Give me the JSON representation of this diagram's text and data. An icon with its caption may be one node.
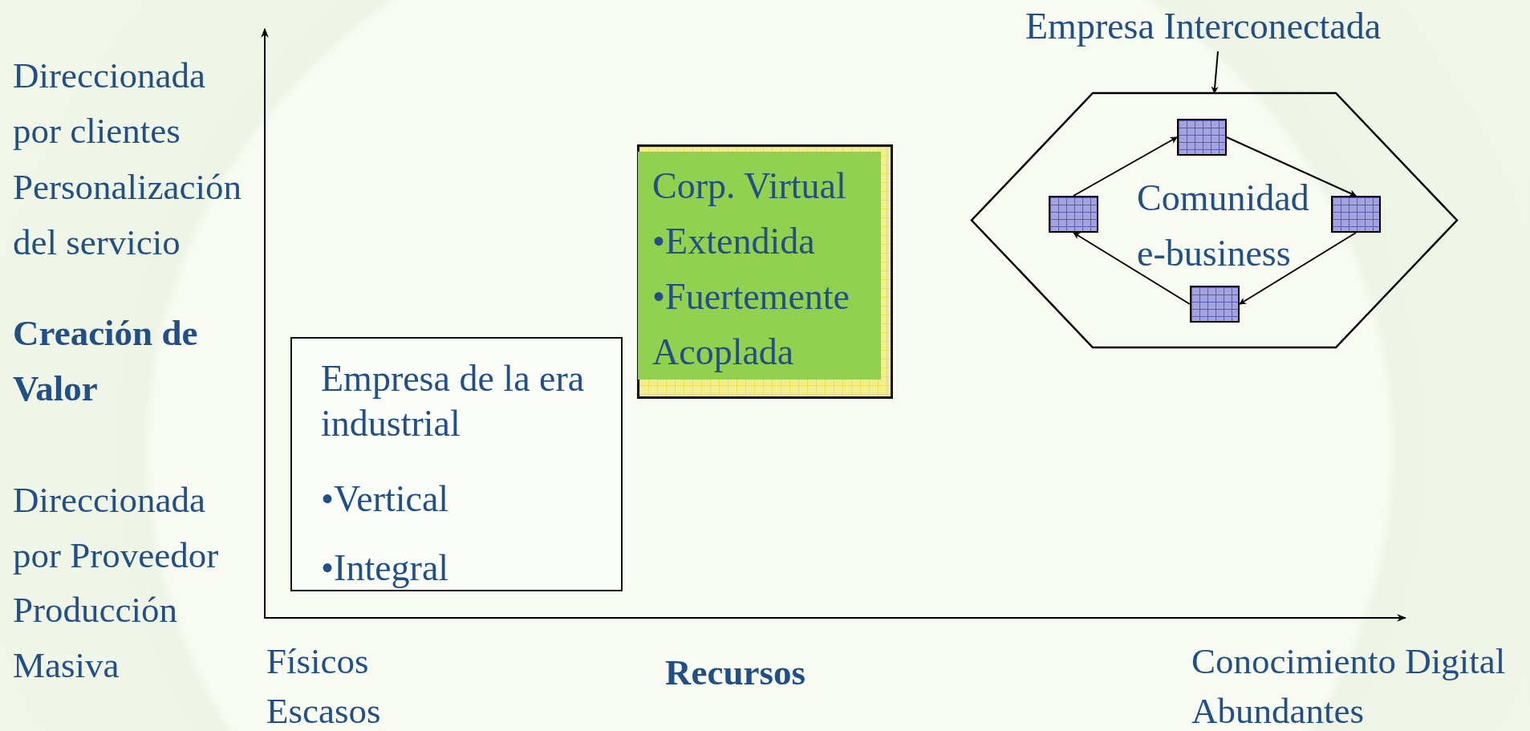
{
  "diagram": {
    "nodes": [
      {
        "text": [
          "Empresa Interconectada"
        ]
      },
      {
        "text": [
          "Comunidad e-business"
        ]
      },
      {
        "text": [],
        "shape": "box",
        "in": 1
      },
      {
        "text": [],
        "shape": "box",
        "in": 1
      },
      {
        "text": [],
        "shape": "box",
        "in": 1
      },
      {
        "text": [],
        "shape": "box",
        "in": 1
      },
      {
        "text": [
          "Corp. Virtual",
          "•Extendida",
          "•Fuertemente Acoplada"
        ]
      },
      {
        "text": [
          "Empresa de la era industrial",
          "•Vertical",
          "•Integral"
        ]
      }
    ],
    "edges": [
      {
        "from": 0,
        "to": 1,
        "arrow": "to"
      },
      {
        "from": 3,
        "to": 2,
        "arrow": "to"
      },
      {
        "from": 2,
        "to": 4,
        "arrow": "to"
      },
      {
        "from": 4,
        "to": 5,
        "arrow": "to"
      },
      {
        "from": 5,
        "to": 3,
        "arrow": "to"
      }
    ],
    "labels": [
      "Direccionada por clientes",
      "Personalización del servicio",
      "Creación de Valor",
      "Direccionada por Proveedor",
      "Producción Masiva",
      "Físicos Escasos",
      "Recursos",
      "Conocimiento Digital Abundantes"
    ]
  }
}
